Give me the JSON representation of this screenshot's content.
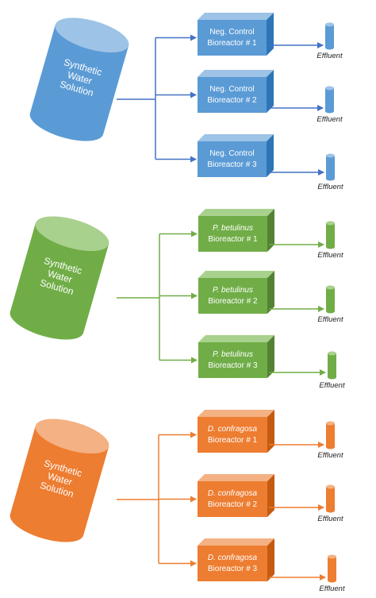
{
  "groups": [
    {
      "source": {
        "lines": [
          "Synthetic",
          "Water",
          "Solution"
        ]
      },
      "colors": {
        "main": "#5b9bd5",
        "light": "#9dc3e6",
        "dark": "#41719c",
        "side": "#2e75b6"
      },
      "reactors": [
        {
          "line1": "Neg. Control",
          "line1_italic": false,
          "line2": "Bioreactor # 1"
        },
        {
          "line1": "Neg. Control",
          "line1_italic": false,
          "line2": "Bioreactor # 2"
        },
        {
          "line1": "Neg. Control",
          "line1_italic": false,
          "line2": "Bioreactor # 3"
        }
      ],
      "effluent_label": "Effluent"
    },
    {
      "source": {
        "lines": [
          "Synthetic",
          "Water",
          "Solution"
        ]
      },
      "colors": {
        "main": "#70ad47",
        "light": "#a9d18e",
        "dark": "#507e32",
        "side": "#548235"
      },
      "reactors": [
        {
          "line1": "P. betulinus",
          "line1_italic": true,
          "line2": "Bioreactor # 1"
        },
        {
          "line1": "P. betulinus",
          "line1_italic": true,
          "line2": "Bioreactor # 2"
        },
        {
          "line1": "P. betulinus",
          "line1_italic": true,
          "line2": "Bioreactor # 3"
        }
      ],
      "effluent_label": "Effluent"
    },
    {
      "source": {
        "lines": [
          "Synthetic",
          "Water",
          "Solution"
        ]
      },
      "colors": {
        "main": "#ed7d31",
        "light": "#f4b183",
        "dark": "#ae5a21",
        "side": "#c55a11"
      },
      "reactors": [
        {
          "line1": "D. confragosa",
          "line1_italic": true,
          "line2": "Bioreactor # 1"
        },
        {
          "line1": "D. confragosa",
          "line1_italic": true,
          "line2": "Bioreactor # 2"
        },
        {
          "line1": "D. confragosa",
          "line1_italic": true,
          "line2": "Bioreactor # 3"
        }
      ],
      "effluent_label": "Effluent"
    }
  ]
}
